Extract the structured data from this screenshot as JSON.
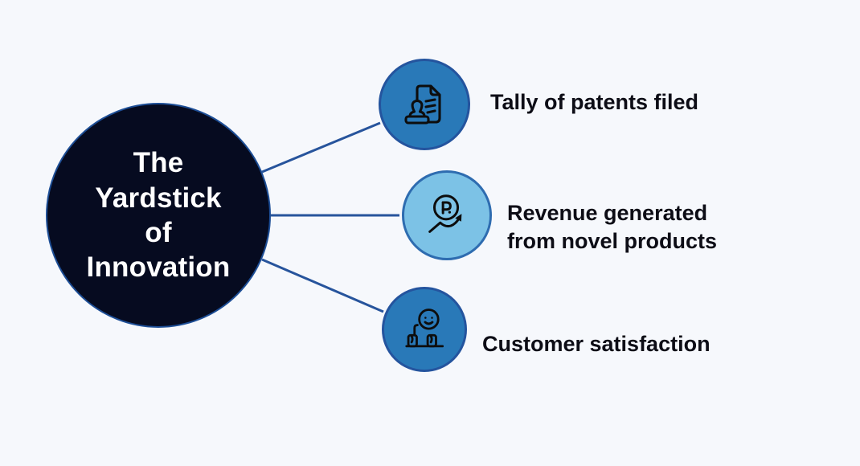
{
  "colors": {
    "background": "#f6f8fc",
    "hub_fill": "#060b20",
    "hub_border": "#1d4e96",
    "node_blue_fill": "#2979b8",
    "node_blue_border": "#24549e",
    "node_light_fill": "#7cc2e6",
    "node_light_border": "#2e6cb0",
    "connector": "#27549c",
    "icon_stroke": "#0d0d0d",
    "label_text": "#0d0d16",
    "title_text": "#ffffff"
  },
  "hub": {
    "title": "The Yardstick of Innovation",
    "title_lines": [
      "The",
      "Yardstick",
      "of",
      "Innovation"
    ]
  },
  "nodes": [
    {
      "id": "patents",
      "label": "Tally of patents filed",
      "icon": "stamp-document-icon",
      "style": "blue"
    },
    {
      "id": "revenue",
      "label": "Revenue generated from novel products",
      "icon": "revenue-growth-icon",
      "style": "light"
    },
    {
      "id": "customer",
      "label": "Customer satisfaction",
      "icon": "happy-customer-icon",
      "style": "blue"
    }
  ]
}
